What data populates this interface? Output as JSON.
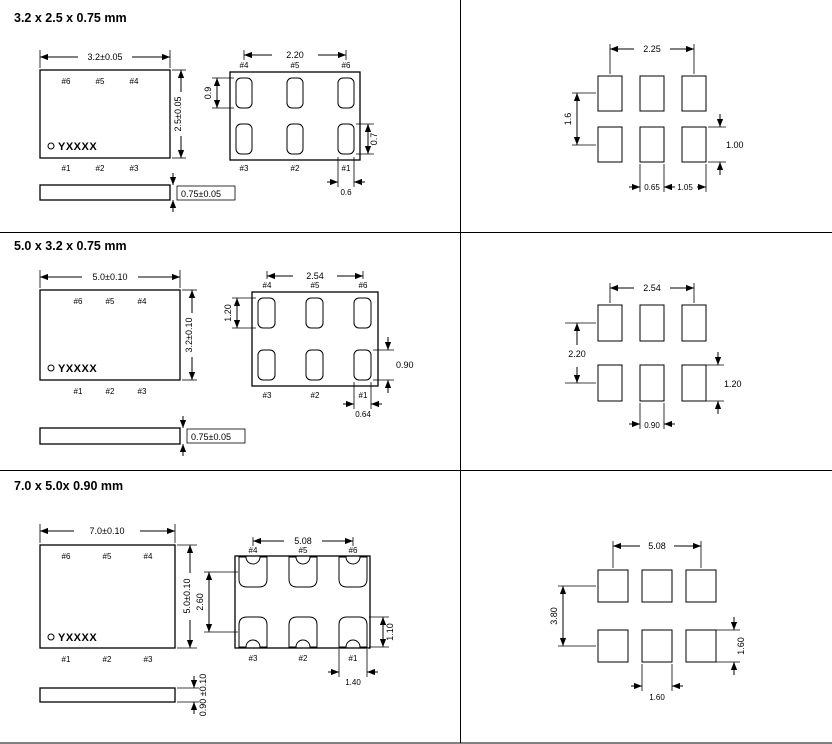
{
  "colors": {
    "line": "#000000",
    "background": "#ffffff"
  },
  "sections": [
    {
      "title": "3.2 x 2.5 x 0.75 mm",
      "marking": "YXXXX",
      "top_view": {
        "width_dim": "3.2±0.05",
        "height_dim": "2.5±0.05",
        "thickness_dim": "0.75±0.05",
        "pins_top": [
          "#6",
          "#5",
          "#4"
        ],
        "pins_bottom": [
          "#1",
          "#2",
          "#3"
        ]
      },
      "bottom_view": {
        "pins_top": [
          "#4",
          "#5",
          "#6"
        ],
        "pins_bottom": [
          "#3",
          "#2",
          "#1"
        ],
        "dim_top": "2.20",
        "dim_left": "0.9",
        "dim_right": "0.7",
        "dim_bottom": "0.6"
      },
      "land_pattern": {
        "dim_top": "2.25",
        "dim_left": "1.6",
        "dim_right": "1.00",
        "dim_bottom_width": "0.65",
        "dim_bottom_pitch": "1.05"
      }
    },
    {
      "title": "5.0 x 3.2 x 0.75 mm",
      "marking": "YXXXX",
      "top_view": {
        "width_dim": "5.0±0.10",
        "height_dim": "3.2±0.10",
        "thickness_dim": "0.75±0.05",
        "pins_top": [
          "#6",
          "#5",
          "#4"
        ],
        "pins_bottom": [
          "#1",
          "#2",
          "#3"
        ]
      },
      "bottom_view": {
        "pins_top": [
          "#4",
          "#5",
          "#6"
        ],
        "pins_bottom": [
          "#3",
          "#2",
          "#1"
        ],
        "dim_top": "2.54",
        "dim_left": "1.20",
        "dim_right": "0.90",
        "dim_bottom": "0.64"
      },
      "land_pattern": {
        "dim_top": "2.54",
        "dim_left": "2.20",
        "dim_right": "1.20",
        "dim_bottom_width": "0.90"
      }
    },
    {
      "title": "7.0 x 5.0x 0.90 mm",
      "marking": "YXXXX",
      "top_view": {
        "width_dim": "7.0±0.10",
        "height_dim": "5.0±0.10",
        "thickness_dim": "0.90 ±0.10",
        "pins_top": [
          "#6",
          "#5",
          "#4"
        ],
        "pins_bottom": [
          "#1",
          "#2",
          "#3"
        ]
      },
      "bottom_view": {
        "pins_top": [
          "#4",
          "#5",
          "#6"
        ],
        "pins_bottom": [
          "#3",
          "#2",
          "#1"
        ],
        "dim_top": "5.08",
        "dim_left": "2.60",
        "dim_right": "1.10",
        "dim_bottom": "1.40"
      },
      "land_pattern": {
        "dim_top": "5.08",
        "dim_left": "3.80",
        "dim_right": "1.60",
        "dim_bottom_width": "1.60"
      }
    }
  ]
}
